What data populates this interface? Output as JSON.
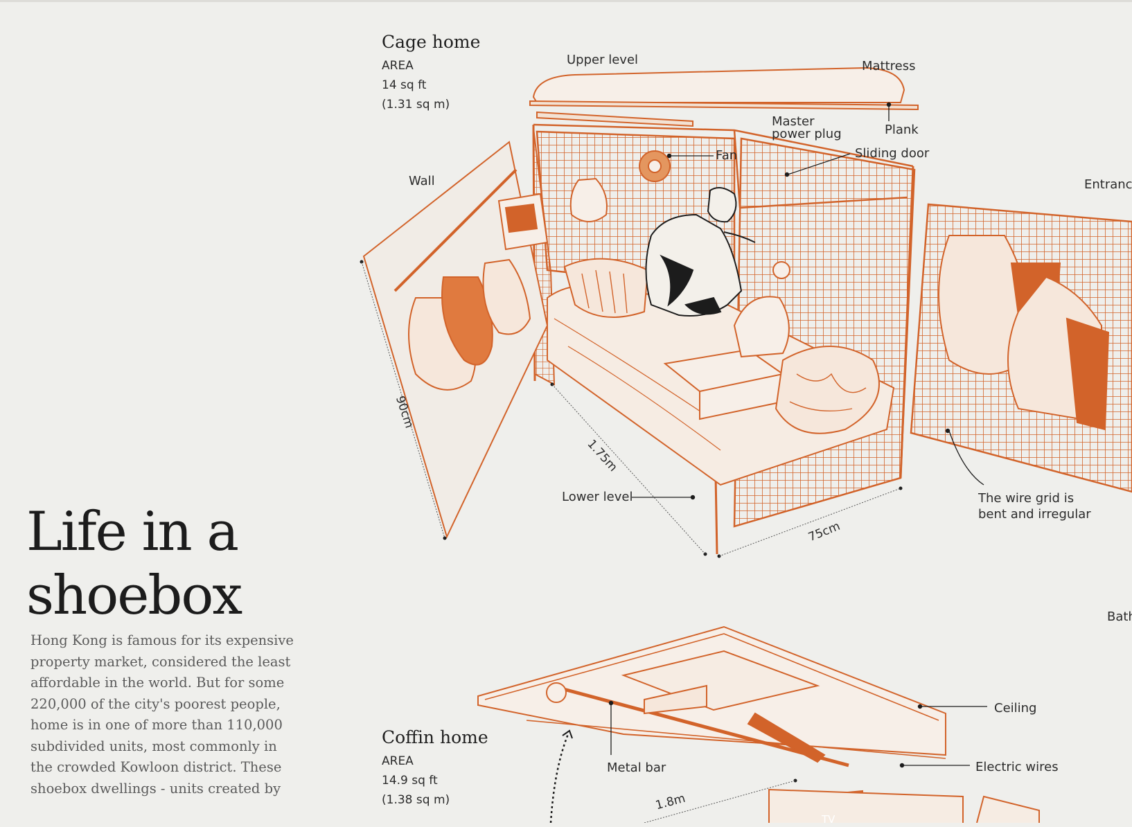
{
  "page": {
    "title_line1": "Life in a",
    "title_line2": "shoebox",
    "intro": "Hong Kong is famous for its expensive property market, considered the least affordable in the world. But for some 220,000 of the city's poorest people, home is in one of more than 110,000 subdivided units, most commonly in the crowded Kowloon district. These shoebox dwellings - units created by"
  },
  "cage_home": {
    "title": "Cage home",
    "area_label": "AREA",
    "area_sqft": "14 sq ft",
    "area_sqm": "(1.31 sq m)",
    "labels": {
      "upper_level": "Upper level",
      "mattress": "Mattress",
      "master_power_plug_1": "Master",
      "master_power_plug_2": "power plug",
      "plank": "Plank",
      "fan": "Fan",
      "sliding_door": "Sliding door",
      "wall": "Wall",
      "entrance": "Entrance",
      "lower_level": "Lower level",
      "wire_grid_1": "The wire grid is",
      "wire_grid_2": "bent and irregular",
      "bath": "Bath"
    },
    "dimensions": {
      "height": "90cm",
      "depth": "1.75m",
      "width": "75cm"
    }
  },
  "coffin_home": {
    "title": "Coffin home",
    "area_label": "AREA",
    "area_sqft": "14.9 sq ft",
    "area_sqm": "(1.38 sq m)",
    "labels": {
      "ceiling": "Ceiling",
      "metal_bar": "Metal bar",
      "electric_wires": "Electric wires",
      "tv": "TV"
    },
    "dimensions": {
      "length": "1.8m"
    }
  },
  "colors": {
    "background": "#efefec",
    "illustration": "#d2632a",
    "text": "#222222",
    "intro_text": "#5a5a5a"
  }
}
